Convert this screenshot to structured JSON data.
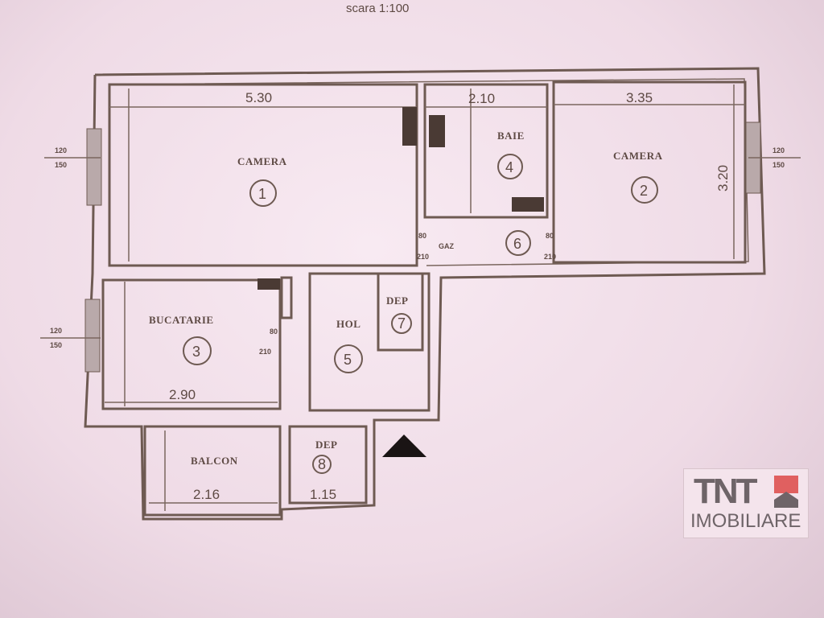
{
  "title": "scara 1:100",
  "rooms": [
    {
      "name": "CAMERA",
      "number": "1"
    },
    {
      "name": "CAMERA",
      "number": "2"
    },
    {
      "name": "BUCATARIE",
      "number": "3"
    },
    {
      "name": "BAIE",
      "number": "4"
    },
    {
      "name": "HOL",
      "number": "5"
    },
    {
      "name": "",
      "number": "6"
    },
    {
      "name": "DEP",
      "number": "7"
    },
    {
      "name": "DEP",
      "number": "8"
    },
    {
      "name": "BALCON",
      "number": ""
    }
  ],
  "dimensions": {
    "camera1_width": "5.30",
    "baie_width": "2.10",
    "camera2_width": "3.35",
    "camera2_height": "3.20",
    "bucatarie_width": "2.90",
    "balcon_width": "2.16",
    "dep8_width": "1.15"
  },
  "windows": {
    "left_top": [
      "120",
      "150"
    ],
    "left_bottom": [
      "120",
      "150"
    ],
    "right": [
      "120",
      "150"
    ]
  },
  "doors": {
    "a": [
      "80",
      "210"
    ],
    "b": [
      "80",
      "210"
    ],
    "c": [
      "80",
      "210"
    ]
  },
  "gas_label": "GAZ",
  "logo": {
    "brand": "TNT",
    "subtitle": "IMOBILIARE",
    "colors": {
      "text": "#6e6468",
      "accent": "#e06060"
    }
  }
}
